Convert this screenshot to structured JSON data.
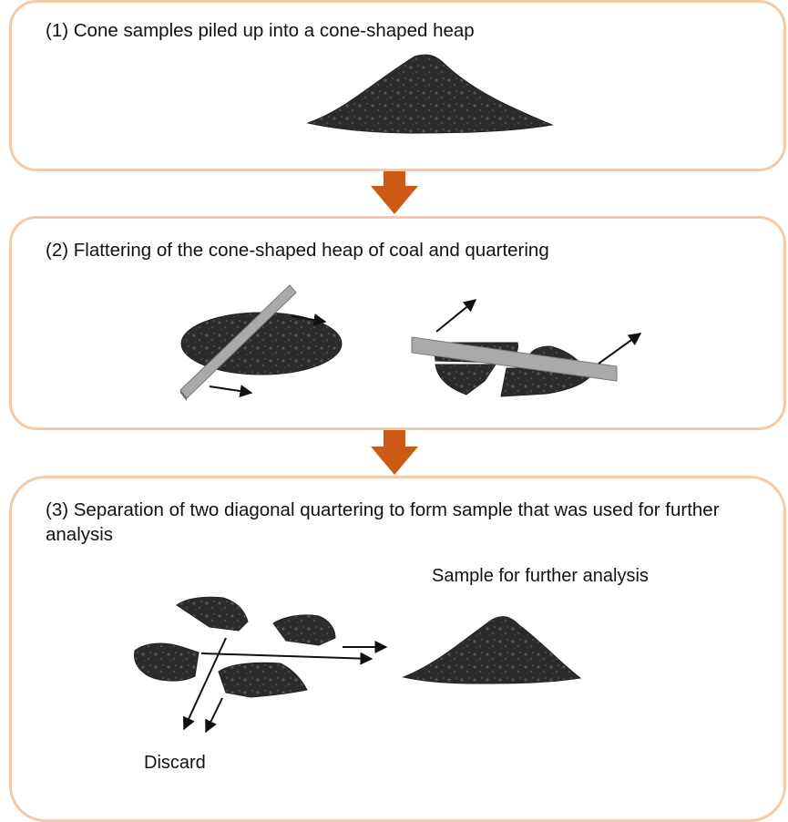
{
  "steps": [
    {
      "caption": "(1) Cone samples piled up into a cone-shaped heap"
    },
    {
      "caption": "(2) Flattering of the cone-shaped heap of coal and quartering"
    },
    {
      "caption": "(3) Separation of two diagonal quartering to form sample that was used for further analysis"
    }
  ],
  "labels": {
    "sample": "Sample for further analysis",
    "discard": "Discard"
  },
  "colors": {
    "panel_border": "#f4c9a4",
    "step_arrow": "#cc5a14",
    "coal": "#2b2b2b",
    "blade": "#a9a9a9"
  }
}
